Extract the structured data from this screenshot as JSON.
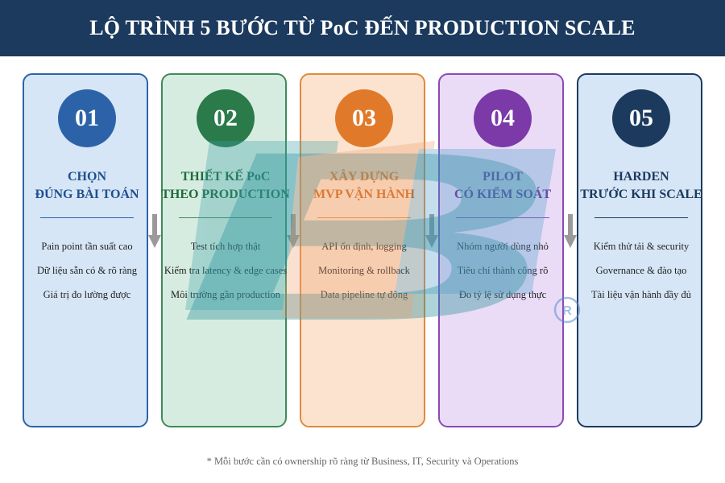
{
  "header": {
    "title": "LỘ TRÌNH 5 BƯỚC TỪ PoC ĐẾN PRODUCTION SCALE"
  },
  "steps": [
    {
      "number": "01",
      "title_line1": "CHỌN",
      "title_line2": "ĐÚNG BÀI TOÁN",
      "items": [
        "Pain point tần suất cao",
        "Dữ liệu sẵn có & rõ ràng",
        "Giá trị đo lường được"
      ],
      "colors": {
        "badge": "#2c63a8",
        "title": "#1f4f8f",
        "bg": "#d6e6f6",
        "border": "#2c63a8"
      }
    },
    {
      "number": "02",
      "title_line1": "THIẾT KẾ PoC",
      "title_line2": "THEO PRODUCTION",
      "items": [
        "Test tích hợp thật",
        "Kiểm tra latency & edge cases",
        "Môi trường gần production"
      ],
      "colors": {
        "badge": "#2a7a4a",
        "title": "#1f6b3e",
        "bg": "#d7ece0",
        "border": "#3f8a5a"
      }
    },
    {
      "number": "03",
      "title_line1": "XÂY DỰNG",
      "title_line2": "MVP VẬN HÀNH",
      "items": [
        "API ổn định, logging",
        "Monitoring & rollback",
        "Data pipeline tự động"
      ],
      "colors": {
        "badge": "#e07a2a",
        "title": "#d06a1a",
        "bg": "#fbe3cf",
        "border": "#e08a40"
      }
    },
    {
      "number": "04",
      "title_line1": "PILOT",
      "title_line2": "CÓ KIỂM SOÁT",
      "items": [
        "Nhóm người dùng nhỏ",
        "Tiêu chí thành công rõ",
        "Đo tỷ lệ sử dụng thực"
      ],
      "colors": {
        "badge": "#7b3aa8",
        "title": "#6a2b96",
        "bg": "#eadcf6",
        "border": "#8a4ab8"
      }
    },
    {
      "number": "05",
      "title_line1": "HARDEN",
      "title_line2": "TRƯỚC KHI SCALE",
      "items": [
        "Kiểm thử tải & security",
        "Governance & đào tạo",
        "Tài liệu vận hành đầy đủ"
      ],
      "colors": {
        "badge": "#1c3a5e",
        "title": "#1c3a5e",
        "bg": "#d6e6f6",
        "border": "#1c3a5e"
      }
    }
  ],
  "footnote": "* Mỗi bước cần có ownership rõ ràng từ Business, IT, Security và Operations",
  "watermark": {
    "text": "BPD",
    "symbol": "®"
  }
}
